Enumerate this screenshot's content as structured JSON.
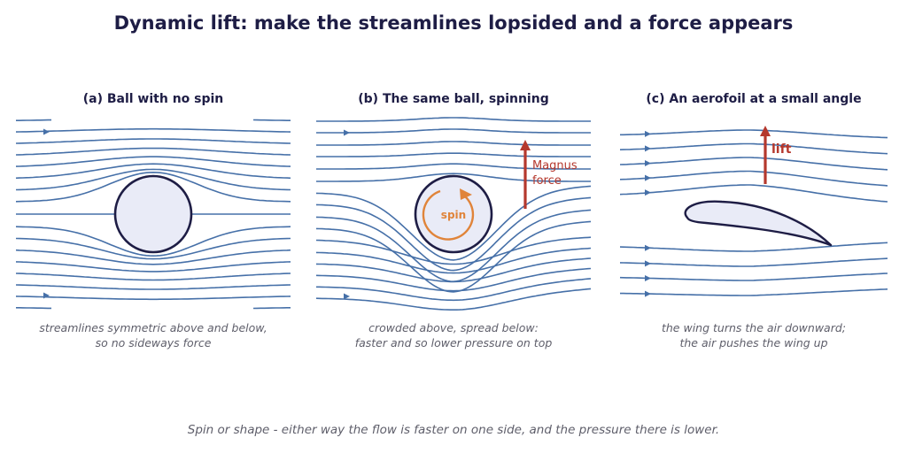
{
  "title": "Dynamic lift: make the streamlines lopsided and a force appears",
  "panels": [
    {
      "title": "(a) Ball with no spin",
      "caption": [
        "streamlines symmetric above and below,",
        "so no sideways force"
      ]
    },
    {
      "title": "(b) The same ball, spinning",
      "caption": [
        "crowded above, spread below:",
        "faster and so lower pressure on top"
      ],
      "spin_label": "spin",
      "force_label": [
        "Magnus",
        "force"
      ]
    },
    {
      "title": "(c) An aerofoil at a small angle",
      "caption": [
        "the wing turns the air downward;",
        "the air pushes the wing up"
      ],
      "force_label": "lift"
    }
  ],
  "footer": "Spin or shape - either way the flow is faster on one side, and the pressure there is lower.",
  "colors": {
    "streamline": "#4670a8",
    "outline": "#1e1d45",
    "body_fill": "#e9ebf7",
    "force_arrow": "#b5382d",
    "spin": "#e0843a"
  }
}
